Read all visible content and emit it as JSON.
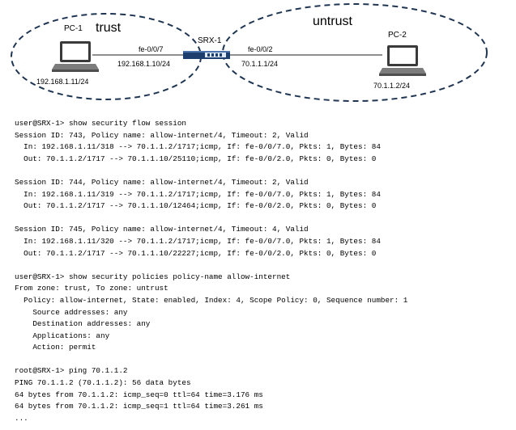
{
  "diagram": {
    "zone_trust": "trust",
    "zone_untrust": "untrust",
    "pc1": {
      "name": "PC-1",
      "ip": "192.168.1.11/24"
    },
    "pc2": {
      "name": "PC-2",
      "ip": "70.1.1.2/24"
    },
    "srx": {
      "name": "SRX-1",
      "if_trust": "fe-0/0/7",
      "ip_trust": "192.168.1.10/24",
      "if_untrust": "fe-0/0/2",
      "ip_untrust": "70.1.1.1/24"
    }
  },
  "cli_lines": [
    "user@SRX-1> show security flow session",
    "Session ID: 743, Policy name: allow-internet/4, Timeout: 2, Valid",
    "  In: 192.168.1.11/318 --> 70.1.1.2/1717;icmp, If: fe-0/0/7.0, Pkts: 1, Bytes: 84",
    "  Out: 70.1.1.2/1717 --> 70.1.1.10/25110;icmp, If: fe-0/0/2.0, Pkts: 0, Bytes: 0",
    "",
    "Session ID: 744, Policy name: allow-internet/4, Timeout: 2, Valid",
    "  In: 192.168.1.11/319 --> 70.1.1.2/1717;icmp, If: fe-0/0/7.0, Pkts: 1, Bytes: 84",
    "  Out: 70.1.1.2/1717 --> 70.1.1.10/12464;icmp, If: fe-0/0/2.0, Pkts: 0, Bytes: 0",
    "",
    "Session ID: 745, Policy name: allow-internet/4, Timeout: 4, Valid",
    "  In: 192.168.1.11/320 --> 70.1.1.2/1717;icmp, If: fe-0/0/7.0, Pkts: 1, Bytes: 84",
    "  Out: 70.1.1.2/1717 --> 70.1.1.10/22227;icmp, If: fe-0/0/2.0, Pkts: 0, Bytes: 0",
    "",
    "user@SRX-1> show security policies policy-name allow-internet",
    "From zone: trust, To zone: untrust",
    "  Policy: allow-internet, State: enabled, Index: 4, Scope Policy: 0, Sequence number: 1",
    "    Source addresses: any",
    "    Destination addresses: any",
    "    Applications: any",
    "    Action: permit",
    "",
    "root@SRX-1> ping 70.1.1.2",
    "PING 70.1.1.2 (70.1.1.2): 56 data bytes",
    "64 bytes from 70.1.1.2: icmp_seq=0 ttl=64 time=3.176 ms",
    "64 bytes from 70.1.1.2: icmp_seq=1 ttl=64 time=3.261 ms",
    "..."
  ]
}
